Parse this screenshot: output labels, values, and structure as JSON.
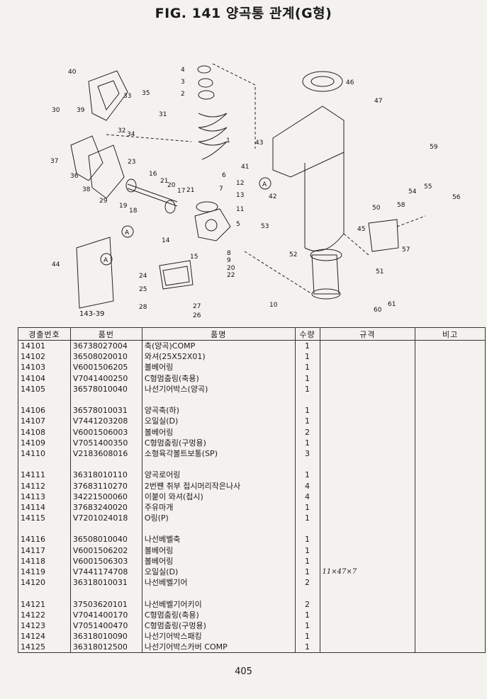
{
  "title": "FIG. 141 양곡통 관계(G형)",
  "page_number": "405",
  "diagram": {
    "callouts": [
      "1",
      "2",
      "3",
      "4",
      "5",
      "6",
      "7",
      "8",
      "9",
      "10",
      "11",
      "12",
      "13",
      "14",
      "15",
      "16",
      "17",
      "18",
      "19",
      "20",
      "20",
      "21",
      "21",
      "22",
      "23",
      "24",
      "25",
      "26",
      "27",
      "28",
      "29",
      "30",
      "31",
      "32",
      "33",
      "34",
      "35",
      "36",
      "37",
      "38",
      "39",
      "40",
      "41",
      "42",
      "43",
      "44",
      "45",
      "46",
      "47",
      "50",
      "51",
      "52",
      "53",
      "54",
      "55",
      "56",
      "57",
      "58",
      "59",
      "60",
      "61"
    ],
    "subassembly_code": "143-39",
    "reference_marks": [
      "A",
      "A",
      "A"
    ]
  },
  "table": {
    "headers": [
      "경출번호",
      "품번",
      "품명",
      "수량",
      "규격",
      "비고"
    ],
    "rows": [
      {
        "no": "14101",
        "part": "36738027004",
        "name": "축(양곡)COMP",
        "qty": "1",
        "spec": "",
        "note": ""
      },
      {
        "no": "14102",
        "part": "36508020010",
        "name": "와셔(25X52X01)",
        "qty": "1",
        "spec": "",
        "note": ""
      },
      {
        "no": "14103",
        "part": "V6001506205",
        "name": "볼베어링",
        "qty": "1",
        "spec": "",
        "note": ""
      },
      {
        "no": "14104",
        "part": "V7041400250",
        "name": "C형멈춤링(축용)",
        "qty": "1",
        "spec": "",
        "note": ""
      },
      {
        "no": "14105",
        "part": "36578010040",
        "name": "나선기어박스(양곡)",
        "qty": "1",
        "spec": "",
        "note": ""
      },
      {
        "no": "",
        "part": "",
        "name": "",
        "qty": "",
        "spec": "",
        "note": ""
      },
      {
        "no": "14106",
        "part": "36578010031",
        "name": "양곡축(하)",
        "qty": "1",
        "spec": "",
        "note": ""
      },
      {
        "no": "14107",
        "part": "V7441203208",
        "name": "오일실(D)",
        "qty": "1",
        "spec": "",
        "note": ""
      },
      {
        "no": "14108",
        "part": "V6001506003",
        "name": "볼베어링",
        "qty": "2",
        "spec": "",
        "note": ""
      },
      {
        "no": "14109",
        "part": "V7051400350",
        "name": "C형멈춤링(구멍용)",
        "qty": "1",
        "spec": "",
        "note": ""
      },
      {
        "no": "14110",
        "part": "V2183608016",
        "name": "소형육각볼트보통(SP)",
        "qty": "3",
        "spec": "",
        "note": ""
      },
      {
        "no": "",
        "part": "",
        "name": "",
        "qty": "",
        "spec": "",
        "note": ""
      },
      {
        "no": "14111",
        "part": "36318010110",
        "name": "양곡로어링",
        "qty": "1",
        "spec": "",
        "note": ""
      },
      {
        "no": "14112",
        "part": "37683110270",
        "name": "2번쨴 취부 접시머리작은나사",
        "qty": "4",
        "spec": "",
        "note": ""
      },
      {
        "no": "14113",
        "part": "34221500060",
        "name": "이붙이 와셔(접시)",
        "qty": "4",
        "spec": "",
        "note": ""
      },
      {
        "no": "14114",
        "part": "37683240020",
        "name": "주유마개",
        "qty": "1",
        "spec": "",
        "note": ""
      },
      {
        "no": "14115",
        "part": "V7201024018",
        "name": "O링(P)",
        "qty": "1",
        "spec": "",
        "note": ""
      },
      {
        "no": "",
        "part": "",
        "name": "",
        "qty": "",
        "spec": "",
        "note": ""
      },
      {
        "no": "14116",
        "part": "36508010040",
        "name": "나선베벨축",
        "qty": "1",
        "spec": "",
        "note": ""
      },
      {
        "no": "14117",
        "part": "V6001506202",
        "name": "볼베어링",
        "qty": "1",
        "spec": "",
        "note": ""
      },
      {
        "no": "14118",
        "part": "V6001506303",
        "name": "볼베어링",
        "qty": "1",
        "spec": "",
        "note": ""
      },
      {
        "no": "14119",
        "part": "V7441174708",
        "name": "오일실(D)",
        "qty": "1",
        "spec": "11×47×7",
        "note": ""
      },
      {
        "no": "14120",
        "part": "36318010031",
        "name": "나선베벨기어",
        "qty": "2",
        "spec": "",
        "note": ""
      },
      {
        "no": "",
        "part": "",
        "name": "",
        "qty": "",
        "spec": "",
        "note": ""
      },
      {
        "no": "14121",
        "part": "37503620101",
        "name": "나선베벨기어키이",
        "qty": "2",
        "spec": "",
        "note": ""
      },
      {
        "no": "14122",
        "part": "V7041400170",
        "name": "C형멈춤링(축용)",
        "qty": "1",
        "spec": "",
        "note": ""
      },
      {
        "no": "14123",
        "part": "V7051400470",
        "name": "C형멈춤링(구멍용)",
        "qty": "1",
        "spec": "",
        "note": ""
      },
      {
        "no": "14124",
        "part": "36318010090",
        "name": "나선기어박스패킹",
        "qty": "1",
        "spec": "",
        "note": ""
      },
      {
        "no": "14125",
        "part": "36318012500",
        "name": "나선기어박스카버 COMP",
        "qty": "1",
        "spec": "",
        "note": ""
      }
    ]
  }
}
